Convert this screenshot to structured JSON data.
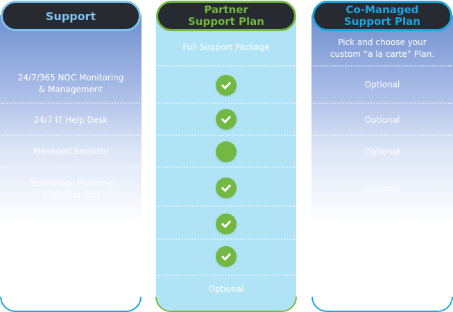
{
  "colors": {
    "header_bg": "#272a30",
    "support_accent": "#7cc3f2",
    "partner_accent": "#72b843",
    "comanaged_accent": "#1aa7e1",
    "partner_body": "#b1e3f6",
    "check_green": "#72b843"
  },
  "columns": {
    "support": {
      "title": "Support",
      "rows": [
        "24/7/365 NOC Monitoring\n& Management",
        "24/7 IT Help Desk",
        "Managed Security",
        "Technology Planning\n& Advisement"
      ]
    },
    "partner": {
      "title": "Partner\nSupport Plan",
      "subtitle": "Full Support Package",
      "rows": [
        {
          "icon": "check-icon",
          "included": true
        },
        {
          "icon": "check-icon",
          "included": true
        },
        {
          "icon": "green-dot-icon",
          "included": true
        },
        {
          "icon": "check-icon",
          "included": true
        },
        {
          "icon": "check-icon",
          "included": true
        },
        {
          "icon": "check-icon",
          "included": true
        }
      ],
      "footer": "Optional"
    },
    "comanaged": {
      "title": "Co-Managed\nSupport Plan",
      "subtitle": "Pick and choose your\ncustom “a la carte” Plan.",
      "rows": [
        "Optional",
        "Optional",
        "Optional",
        "Optional"
      ]
    }
  }
}
